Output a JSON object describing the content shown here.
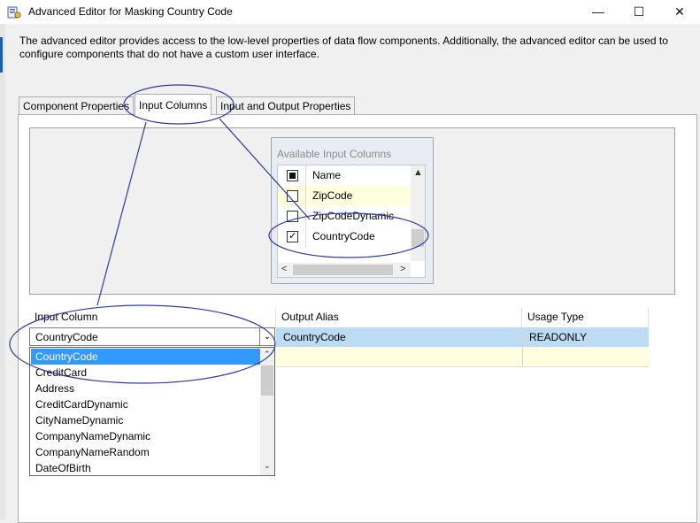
{
  "window": {
    "title": "Advanced Editor for Masking Country Code",
    "app_icon": "ssis-component-icon",
    "minimize": "—",
    "maximize": "☐",
    "close": "✕"
  },
  "description": "The advanced editor provides access to the low-level properties of data flow components. Additionally, the advanced editor can be used to configure components that do not have a custom user interface.",
  "tabs": [
    {
      "label": "Component Properties",
      "active": false
    },
    {
      "label": "Input Columns",
      "active": true
    },
    {
      "label": "Input and Output Properties",
      "active": false
    }
  ],
  "available_columns": {
    "title": "Available Input Columns",
    "header": "Name",
    "rows": [
      {
        "label": "ZipCode",
        "checked": false,
        "highlight": true
      },
      {
        "label": "ZipCodeDynamic",
        "checked": false,
        "highlight": false
      },
      {
        "label": "CountryCode",
        "checked": true,
        "highlight": false
      }
    ]
  },
  "grid": {
    "headers": [
      "Input Column",
      "Output Alias",
      "Usage Type"
    ],
    "row": {
      "input": "CountryCode",
      "alias": "CountryCode",
      "usage": "READONLY"
    }
  },
  "dropdown_options": [
    "CountryCode",
    "CreditCard",
    "Address",
    "CreditCardDynamic",
    "CityNameDynamic",
    "CompanyNameDynamic",
    "CompanyNameRandom",
    "DateOfBirth"
  ],
  "annotation_color": "#2f3aa8"
}
